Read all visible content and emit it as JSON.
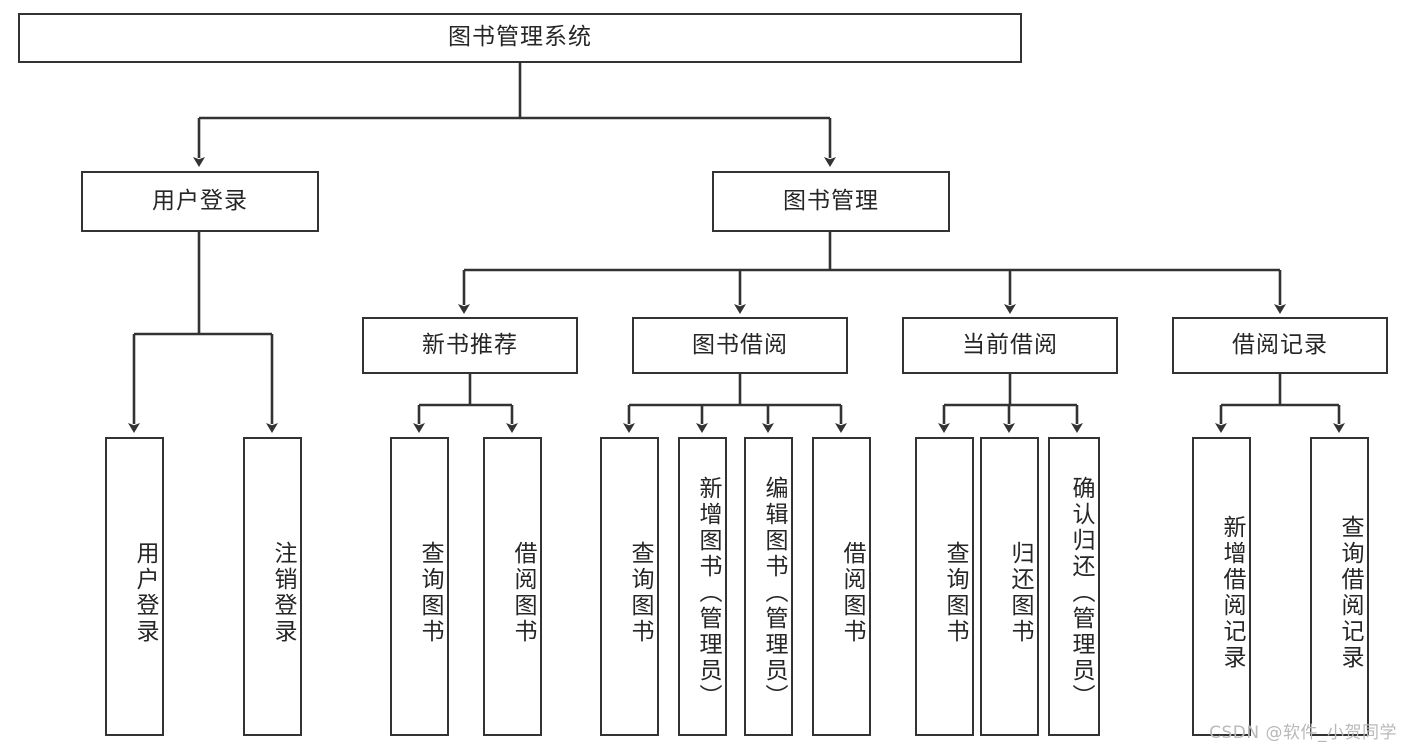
{
  "diagram": {
    "title": "图书管理系统",
    "watermark": "CSDN @软件_小贺同学",
    "root": {
      "label": "图书管理系统"
    },
    "level1": [
      {
        "label": "用户登录"
      },
      {
        "label": "图书管理"
      }
    ],
    "level2": [
      {
        "label": "新书推荐"
      },
      {
        "label": "图书借阅"
      },
      {
        "label": "当前借阅"
      },
      {
        "label": "借阅记录"
      }
    ],
    "leaves": {
      "user_login": [
        {
          "label": "用户登录"
        },
        {
          "label": "注销登录"
        }
      ],
      "new_book_recommend": [
        {
          "label": "查询图书"
        },
        {
          "label": "借阅图书"
        }
      ],
      "book_borrow": [
        {
          "label": "查询图书"
        },
        {
          "label": "新增图书（管理员）"
        },
        {
          "label": "编辑图书（管理员）"
        },
        {
          "label": "借阅图书"
        }
      ],
      "current_borrow": [
        {
          "label": "查询图书"
        },
        {
          "label": "归还图书"
        },
        {
          "label": "确认归还（管理员）"
        }
      ],
      "borrow_record": [
        {
          "label": "新增借阅记录"
        },
        {
          "label": "查询借阅记录"
        }
      ]
    },
    "colors": {
      "border": "#333333",
      "text": "#262626",
      "background": "#ffffff",
      "watermark": "#b9b9b9"
    }
  }
}
